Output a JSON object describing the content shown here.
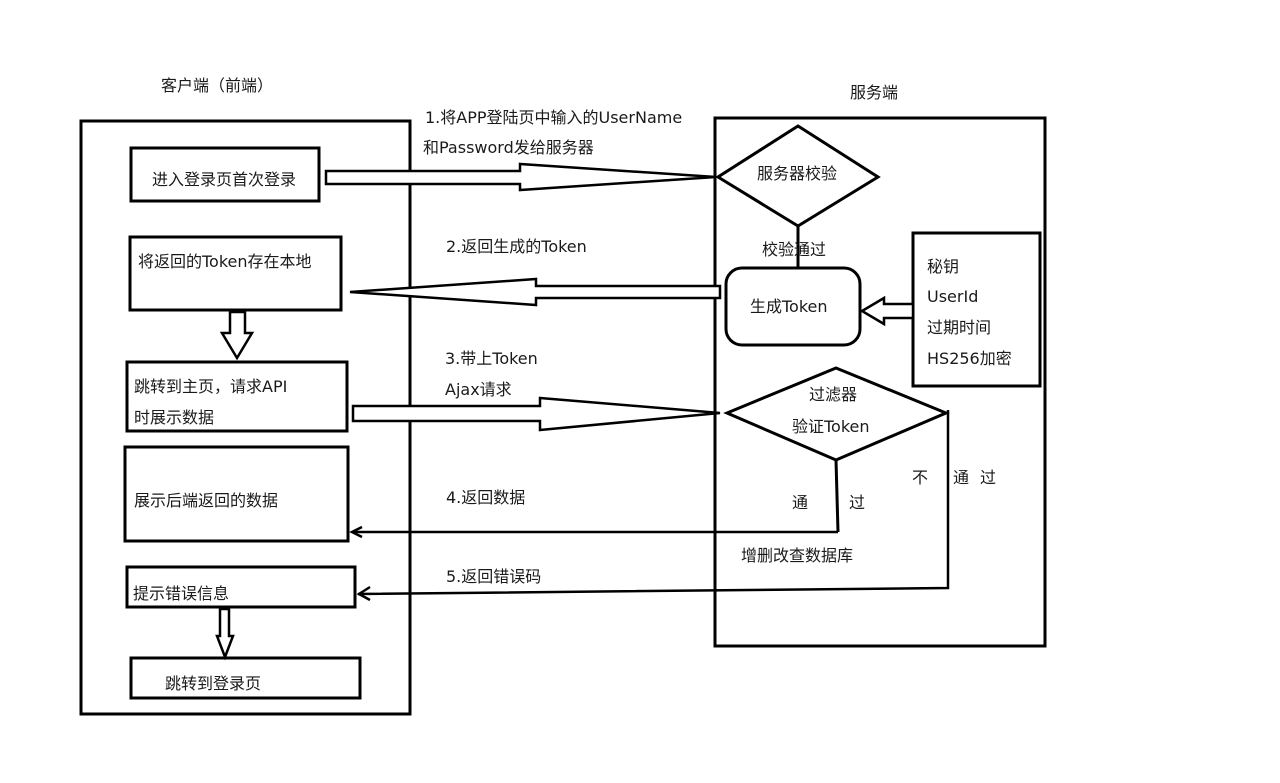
{
  "headers": {
    "client": "客户端（前端）",
    "server": "服务端"
  },
  "client_steps": {
    "first_login": "进入登录页首次登录",
    "store_token": "将返回的Token存在本地",
    "goto_home_line1": "跳转到主页，请求API",
    "goto_home_line2": "时展示数据",
    "show_data": "展示后端返回的数据",
    "show_error": "提示错误信息",
    "goto_login": "跳转到登录页"
  },
  "messages": {
    "m1_line1": "1.将APP登陆页中输入的UserName",
    "m1_line2": "和Password发给服务器",
    "m2": "2.返回生成的Token",
    "m3_line1": "3.带上Token",
    "m3_line2": "Ajax请求",
    "m4": "4.返回数据",
    "m5": "5.返回错误码"
  },
  "server_nodes": {
    "verify": "服务器校验",
    "verify_pass": "校验通过",
    "generate_token": "生成Token",
    "token_inputs": [
      "秘钥",
      "UserId",
      "过期时间",
      "HS256加密"
    ],
    "filter_line1": "过滤器",
    "filter_line2": "验证Token",
    "pass_left": "通",
    "pass_right": "过",
    "fail": [
      "不",
      "通",
      "过"
    ],
    "db_crud": "增删改查数据库"
  }
}
